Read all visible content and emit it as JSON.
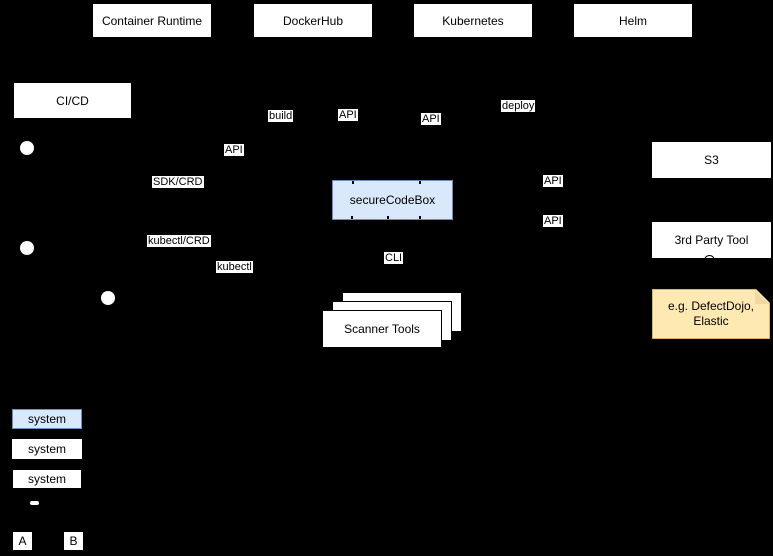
{
  "colors": {
    "background": "#000000",
    "node_fill": "#ffffff",
    "node_stroke": "#000000",
    "accent_fill": "#dae8fc",
    "accent_stroke": "#6c8ebf",
    "note_fill": "#ffe9b3",
    "note_stroke": "#d6b656",
    "text": "#000000"
  },
  "nodes": {
    "container_runtime": "Container Runtime",
    "dockerhub": "DockerHub",
    "kubernetes": "Kubernetes",
    "helm": "Helm",
    "cicd": "CI/CD",
    "securecodebox": "secureCodeBox",
    "scanner_tools": "Scanner Tools",
    "s3": "S3",
    "third_party_tool": "3rd Party Tool"
  },
  "note": {
    "line1": "e.g. DefectDojo,",
    "line2": "Elastic"
  },
  "connector_labels": {
    "build": "build",
    "api_dockerhub": "API",
    "api_kubernetes": "API",
    "deploy": "deploy",
    "api_container_runtime": "API",
    "sdk_crd": "SDK/CRD",
    "api_s3": "API",
    "api_third_party": "API",
    "kubectl_crd": "kubectl/CRD",
    "kubectl": "kubectl",
    "cli": "CLI"
  },
  "legend": {
    "items": [
      {
        "label": "system",
        "variant": "accent"
      },
      {
        "label": "system",
        "variant": "plain"
      },
      {
        "label": "system",
        "variant": "outlined"
      }
    ],
    "marker_a": "A",
    "marker_b": "B"
  }
}
